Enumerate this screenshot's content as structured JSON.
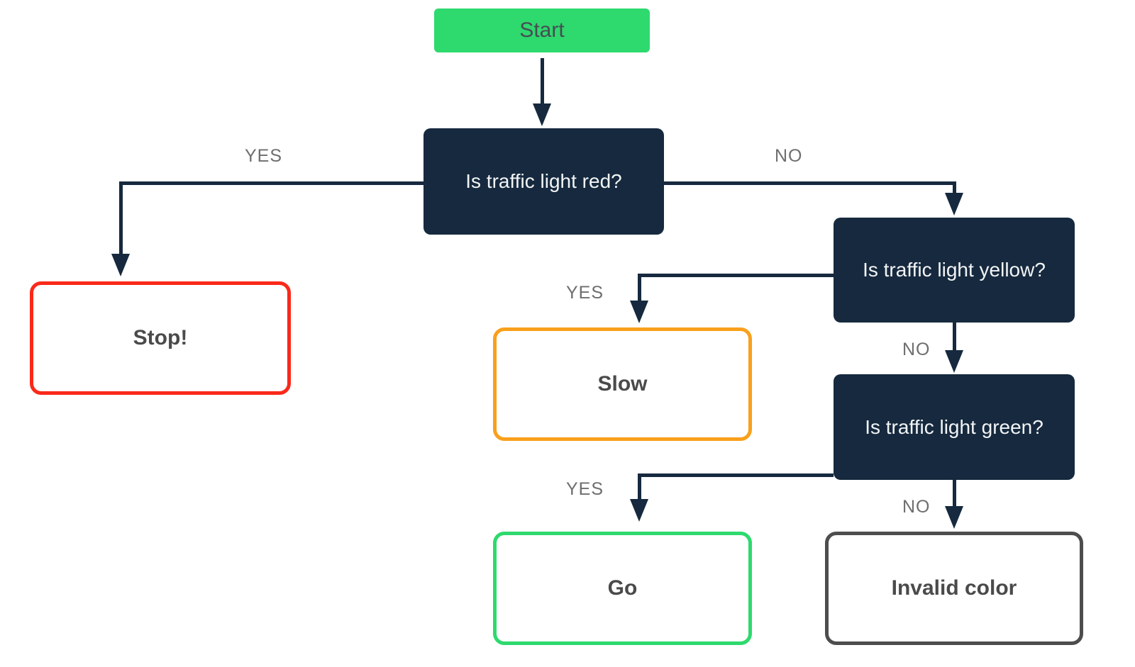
{
  "diagram": {
    "type": "flowchart",
    "nodes": {
      "start": {
        "label": "Start",
        "kind": "start",
        "fill": "#2ED96E"
      },
      "q_red": {
        "label": "Is traffic light red?",
        "kind": "decision",
        "fill": "#16293E"
      },
      "q_yellow": {
        "label": "Is traffic light yellow?",
        "kind": "decision",
        "fill": "#16293E"
      },
      "q_green": {
        "label": "Is traffic light green?",
        "kind": "decision",
        "fill": "#16293E"
      },
      "stop": {
        "label": "Stop!",
        "kind": "outcome",
        "border": "#FA291A"
      },
      "slow": {
        "label": "Slow",
        "kind": "outcome",
        "border": "#F9A01C"
      },
      "go": {
        "label": "Go",
        "kind": "outcome",
        "border": "#2ED96E"
      },
      "invalid": {
        "label": "Invalid color",
        "kind": "outcome",
        "border": "#4D4D4D"
      }
    },
    "edges": [
      {
        "from": "start",
        "to": "q_red",
        "label": ""
      },
      {
        "from": "q_red",
        "to": "stop",
        "label": "YES"
      },
      {
        "from": "q_red",
        "to": "q_yellow",
        "label": "NO"
      },
      {
        "from": "q_yellow",
        "to": "slow",
        "label": "YES"
      },
      {
        "from": "q_yellow",
        "to": "q_green",
        "label": "NO"
      },
      {
        "from": "q_green",
        "to": "go",
        "label": "YES"
      },
      {
        "from": "q_green",
        "to": "invalid",
        "label": "NO"
      }
    ],
    "colors": {
      "background": "#FFFFFF",
      "node_fill_dark": "#16293E",
      "start_fill": "#2ED96E",
      "start_text": "#474D52",
      "question_text": "#F2F4F6",
      "stop_border": "#FA291A",
      "slow_border": "#F9A01C",
      "go_border": "#2ED96E",
      "invalid_border": "#4D4D4D",
      "connector": "#16293E",
      "edge_label_text": "#6E6E6E",
      "outcome_text": "#4A4A4A"
    }
  }
}
